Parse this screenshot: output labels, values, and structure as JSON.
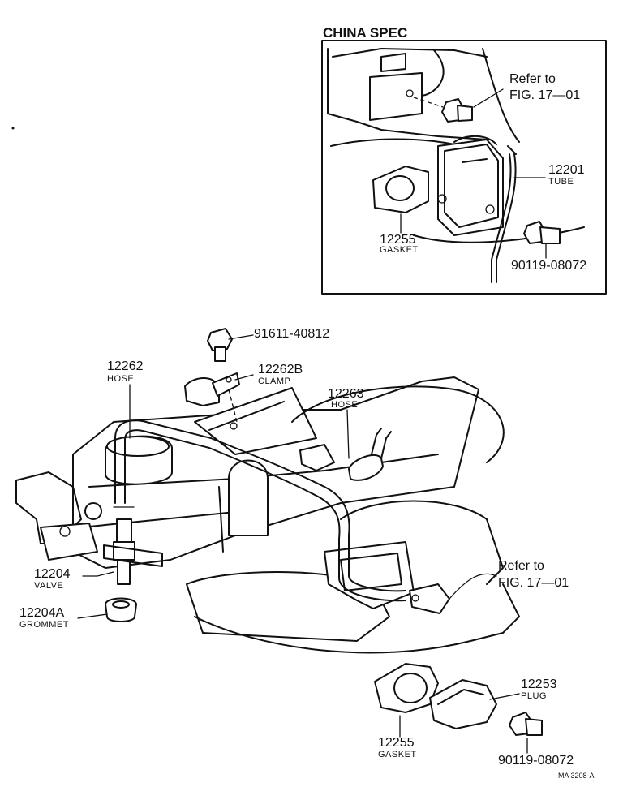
{
  "inset": {
    "title": "CHINA SPEC"
  },
  "refs": [
    "Refer to",
    "FIG. 17—01"
  ],
  "parts": {
    "p12201": {
      "number": "12201",
      "name": "TUBE"
    },
    "p12255_inset": {
      "number": "12255",
      "name": "GASKET"
    },
    "p90119_inset": {
      "number": "90119-08072"
    },
    "p91611": {
      "number": "91611-40812"
    },
    "p12262": {
      "number": "12262",
      "name": "HOSE"
    },
    "p12262B": {
      "number": "12262B",
      "name": "CLAMP"
    },
    "p12263": {
      "number": "12263",
      "name": "HOSE"
    },
    "p12204": {
      "number": "12204",
      "name": "VALVE"
    },
    "p12204A": {
      "number": "12204A",
      "name": "GROMMET"
    },
    "p12253": {
      "number": "12253",
      "name": "PLUG"
    },
    "p12255": {
      "number": "12255",
      "name": "GASKET"
    },
    "p90119": {
      "number": "90119-08072"
    }
  },
  "diagram_code": "MA 3208-A"
}
